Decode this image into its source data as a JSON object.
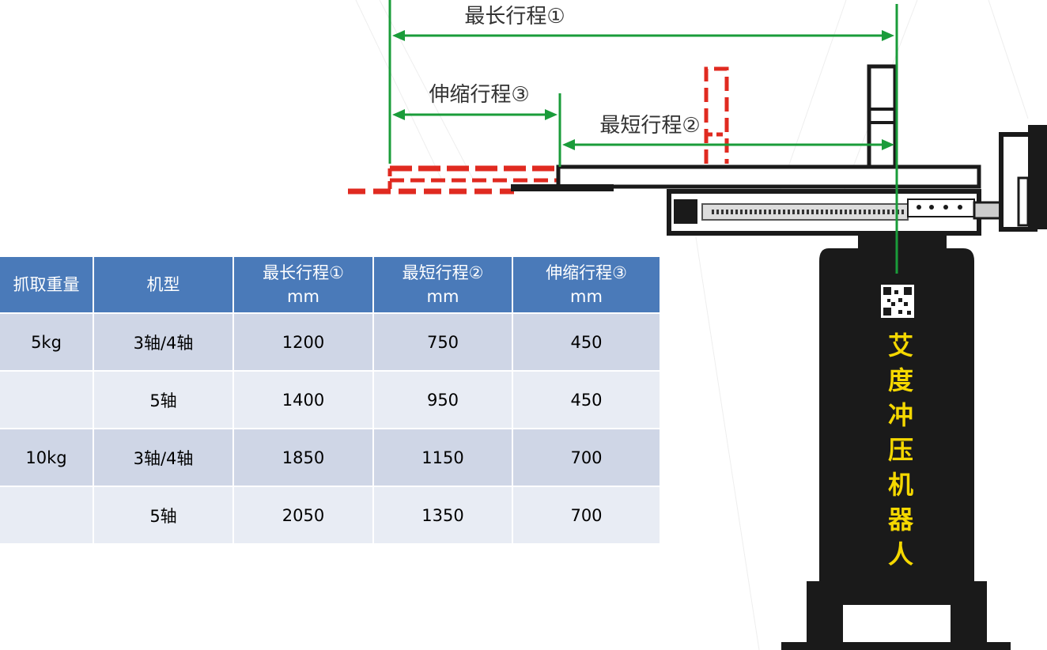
{
  "dimension_labels": {
    "longest": "最长行程①",
    "telescopic": "伸缩行程③",
    "shortest": "最短行程②"
  },
  "robot_label": [
    "艾",
    "度",
    "冲",
    "压",
    "机",
    "器",
    "人"
  ],
  "table": {
    "headers": [
      {
        "line1": "抓取重量",
        "line2": ""
      },
      {
        "line1": "机型",
        "line2": ""
      },
      {
        "line1": "最长行程①",
        "line2": "mm"
      },
      {
        "line1": "最短行程②",
        "line2": "mm"
      },
      {
        "line1": "伸缩行程③",
        "line2": "mm"
      }
    ],
    "rows": [
      [
        "5kg",
        "3轴/4轴",
        "1200",
        "750",
        "450"
      ],
      [
        "",
        "5轴",
        "1400",
        "950",
        "450"
      ],
      [
        "10kg",
        "3轴/4轴",
        "1850",
        "1150",
        "700"
      ],
      [
        "",
        "5轴",
        "2050",
        "1350",
        "700"
      ]
    ]
  },
  "colors": {
    "dimension_line": "#1a9c3a",
    "retracted_arm": "#e02a20",
    "robot_body": "#1a1a1a",
    "robot_label": "#f5d800",
    "table_header": "#4a7ab9",
    "table_row_a": "#cfd6e6",
    "table_row_b": "#e8ecf4"
  }
}
